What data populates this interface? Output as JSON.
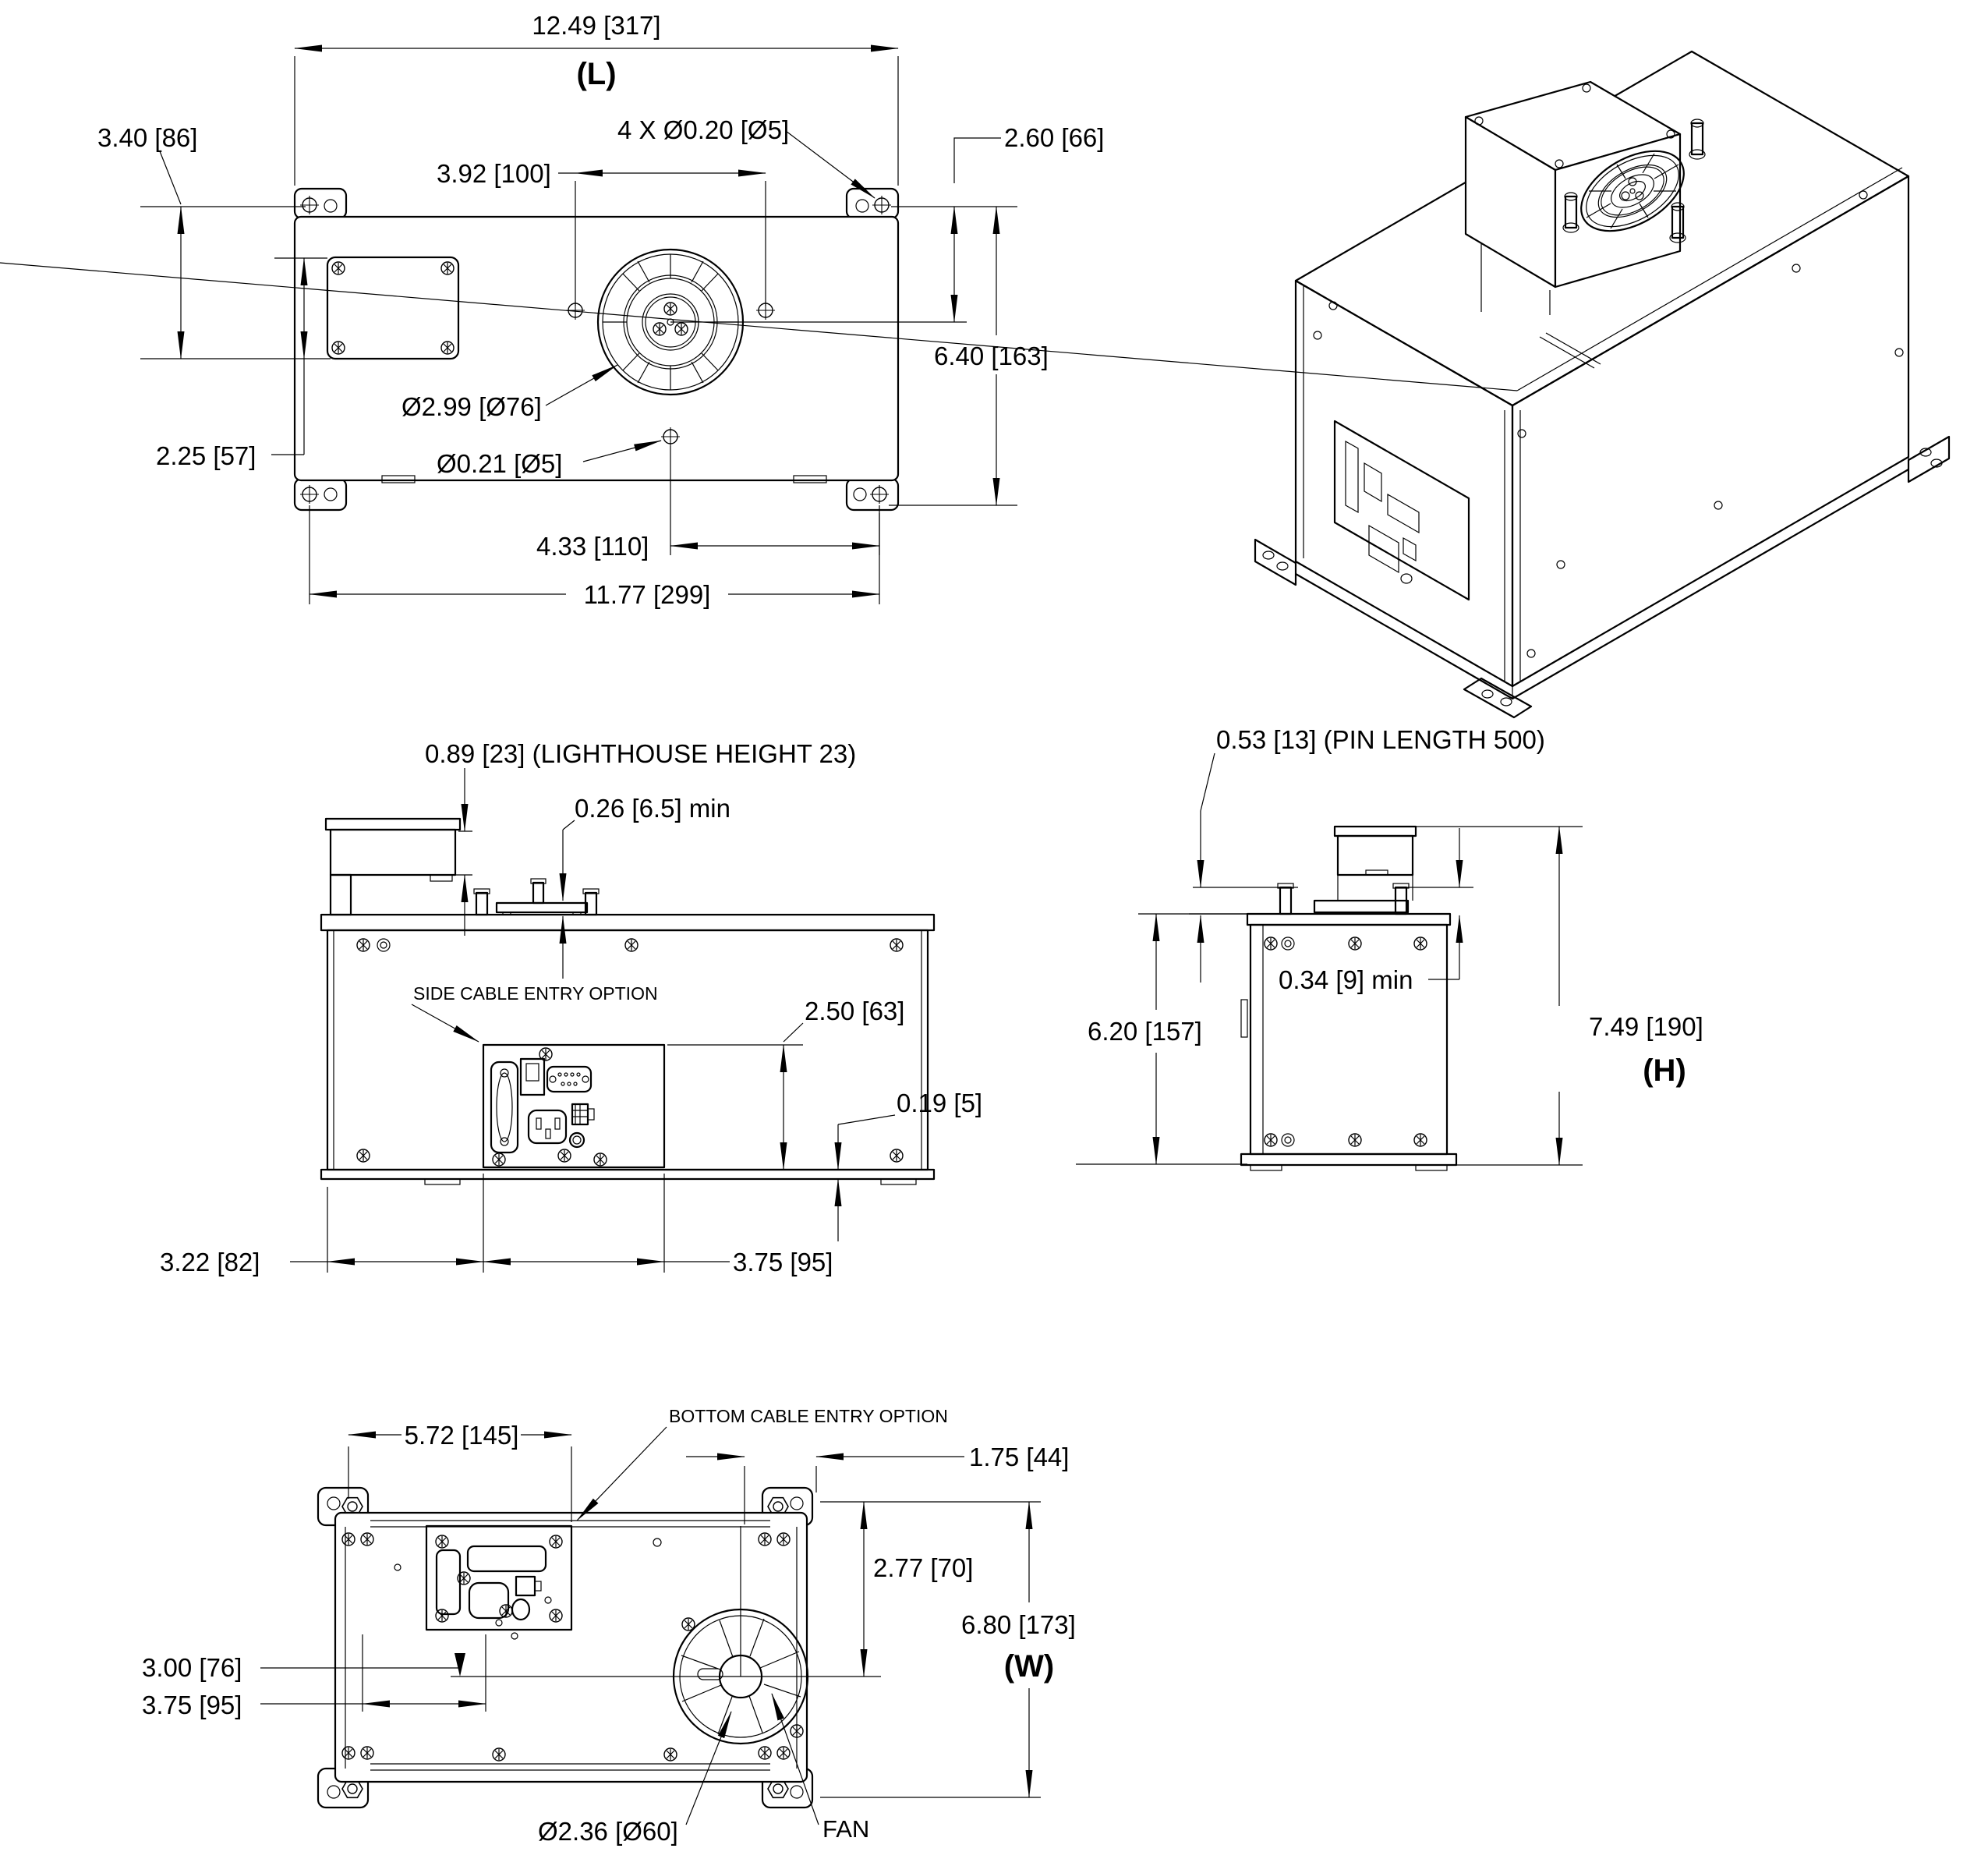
{
  "colors": {
    "background": "#ffffff",
    "line": "#000000"
  },
  "views": {
    "top": {
      "overall_length": "12.49 [317]",
      "length_tag": "(L)",
      "edge_to_plate": "3.40 [86]",
      "pin_spacing": "3.92 [100]",
      "mount_holes_note": "4 X Ø0.20 [Ø5]",
      "top_to_center": "2.60 [66]",
      "overall_depth": "6.40 [163]",
      "plate_height": "2.25 [57]",
      "wheel_diameter": "Ø2.99 [Ø76]",
      "hole_diameter": "Ø0.21 [Ø5]",
      "hole_to_edge": "4.33 [110]",
      "foot_hole_span": "11.77 [299]"
    },
    "front": {
      "lighthouse_height": "0.89 [23] (LIGHTHOUSE HEIGHT 23)",
      "pin_clearance": "0.26 [6.5] min",
      "side_cable_note": "SIDE CABLE ENTRY OPTION",
      "panel_height": "2.50 [63]",
      "base_height": "0.19 [5]",
      "edge_to_panel": "3.22 [82]",
      "panel_width": "3.75 [95]"
    },
    "side": {
      "pin_length": "0.53 [13] (PIN LENGTH 500)",
      "pin_min": "0.34 [9] min",
      "body_height": "6.20 [157]",
      "overall_height": "7.49 [190]",
      "height_tag": "(H)"
    },
    "bottom": {
      "entry_offset": "5.72 [145]",
      "bottom_cable_note": "BOTTOM CABLE ENTRY OPTION",
      "fan_to_edge": "1.75 [44]",
      "fan_center_offset": "2.77 [70]",
      "overall_width": "6.80 [173]",
      "width_tag": "(W)",
      "fan_center_x": "3.00 [76]",
      "panel_width": "3.75 [95]",
      "fan_diameter": "Ø2.36 [Ø60]",
      "fan_label": "FAN"
    }
  }
}
